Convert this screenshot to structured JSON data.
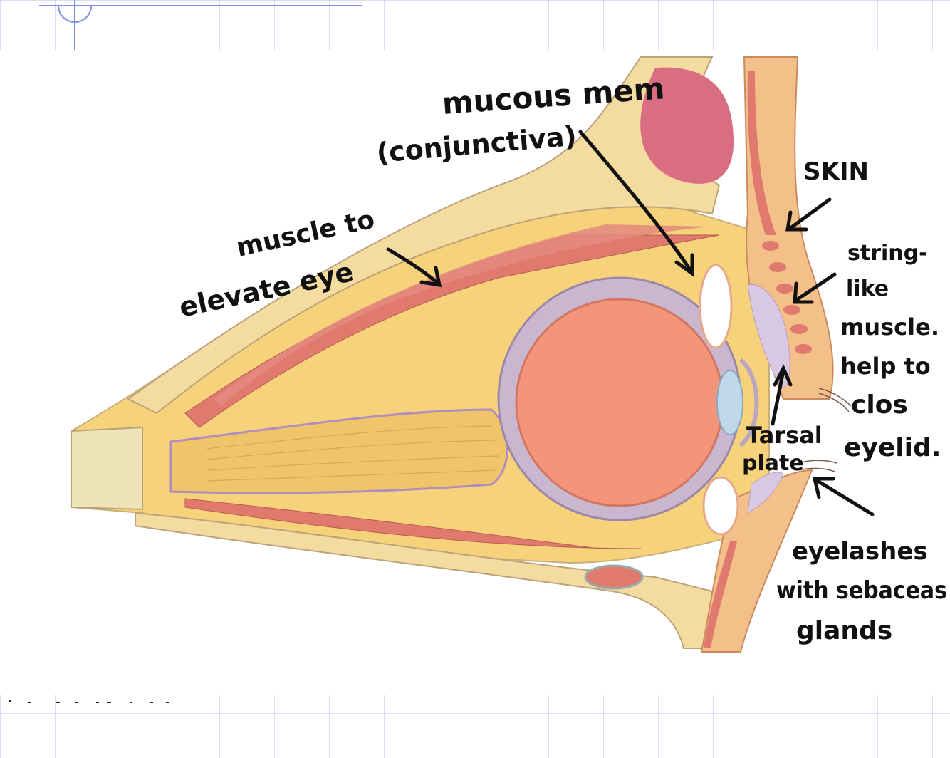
{
  "labels": {
    "mucous": "mucous mem",
    "conjunctiva": "(conjunctiva)",
    "skin": "SKIN",
    "muscle_1": "muscle to",
    "muscle_2": "elevate eye",
    "string_1": "string-",
    "string_2": "like",
    "string_3": "muscle.",
    "string_4": "help to",
    "string_5": "clos",
    "string_6": "eyelid.",
    "tarsal_1": "Tarsal",
    "tarsal_2": "plate",
    "eyelash_1": "eyelashes",
    "eyelash_2": "with sebaceas",
    "eyelash_3": "glands"
  },
  "colors": {
    "fat": "#f6d27a",
    "muscle": "#e07a6e",
    "eyeball": "#f2957a",
    "sclera": "#c9b6cf",
    "skin": "#f3c089",
    "ink": "#111111"
  }
}
